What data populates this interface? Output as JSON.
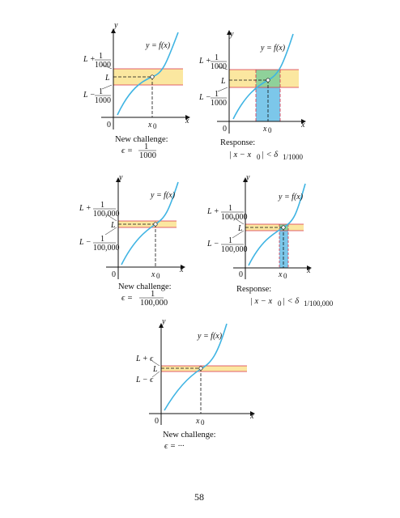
{
  "page_number": "58",
  "figures": [
    {
      "id": "fig1",
      "y_label": "y",
      "x_label": "x",
      "curve_label": "y = f(x)",
      "upper_label": "L +",
      "lower_label": "L −",
      "L_label": "L",
      "frac_num": "1",
      "frac_den": "1000",
      "origin_label": "0",
      "x0_label": "x",
      "x0_sub": "0",
      "caption_line1": "New challenge:",
      "caption_eps": "ϵ =",
      "caption_num": "1",
      "caption_den": "1000"
    },
    {
      "id": "fig2",
      "y_label": "y",
      "x_label": "x",
      "curve_label": "y = f(x)",
      "upper_label": "L +",
      "lower_label": "L −",
      "L_label": "L",
      "frac_num": "1",
      "frac_den": "1000",
      "origin_label": "0",
      "x0_label": "x",
      "x0_sub": "0",
      "response_label": "Response:",
      "response_expr": "| x − x",
      "response_sub0": "0",
      "response_lt": "| < δ",
      "response_delta_sub": "1/1000"
    },
    {
      "id": "fig3",
      "y_label": "y",
      "x_label": "x",
      "curve_label": "y = f(x)",
      "upper_label": "L +",
      "lower_label": "L −",
      "L_label": "L",
      "frac_num": "1",
      "frac_den": "100,000",
      "origin_label": "0",
      "x0_label": "x",
      "x0_sub": "0",
      "caption_line1": "New challenge:",
      "caption_eps": "ϵ =",
      "caption_num": "1",
      "caption_den": "100,000"
    },
    {
      "id": "fig4",
      "y_label": "y",
      "x_label": "x",
      "curve_label": "y = f(x)",
      "upper_label": "L +",
      "lower_label": "L −",
      "L_label": "L",
      "frac_num": "1",
      "frac_den": "100,000",
      "origin_label": "0",
      "x0_label": "x",
      "x0_sub": "0",
      "response_label": "Response:",
      "response_expr": "| x − x",
      "response_sub0": "0",
      "response_lt": "| < δ",
      "response_delta_sub": "1/100,000"
    },
    {
      "id": "fig5",
      "y_label": "y",
      "x_label": "x",
      "curve_label": "y = f(x)",
      "upper_label": "L + ϵ",
      "lower_label": "L − ϵ",
      "L_label": "L",
      "origin_label": "0",
      "x0_label": "x",
      "x0_sub": "0",
      "caption_line1": "New challenge:",
      "caption_eps": "ϵ = ···"
    }
  ],
  "colors": {
    "curve": "#3fb4e3",
    "band_fill": "#fbe7a0",
    "band_line": "#d9304a",
    "delta_fill": "#7cc7ea",
    "overlap_fill": "#8fd19a",
    "axis": "#111111"
  }
}
